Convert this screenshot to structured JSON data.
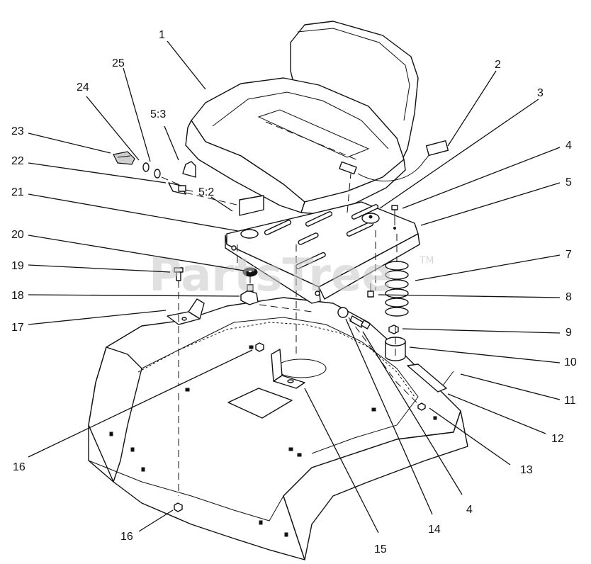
{
  "watermark": {
    "text": "PartsTree",
    "tm": "TM"
  },
  "callouts": {
    "c1": "1",
    "c2": "2",
    "c3": "3",
    "c4a": "4",
    "c5": "5",
    "c7": "7",
    "c8": "8",
    "c9": "9",
    "c10": "10",
    "c11": "11",
    "c12": "12",
    "c13": "13",
    "c4b": "4",
    "c14": "14",
    "c15": "15",
    "c16a": "16",
    "c16b": "16",
    "c17": "17",
    "c18": "18",
    "c19": "19",
    "c20": "20",
    "c21": "21",
    "c22": "22",
    "c23": "23",
    "c24": "24",
    "c25": "25",
    "c53": "5:3",
    "c52": "5:2"
  }
}
